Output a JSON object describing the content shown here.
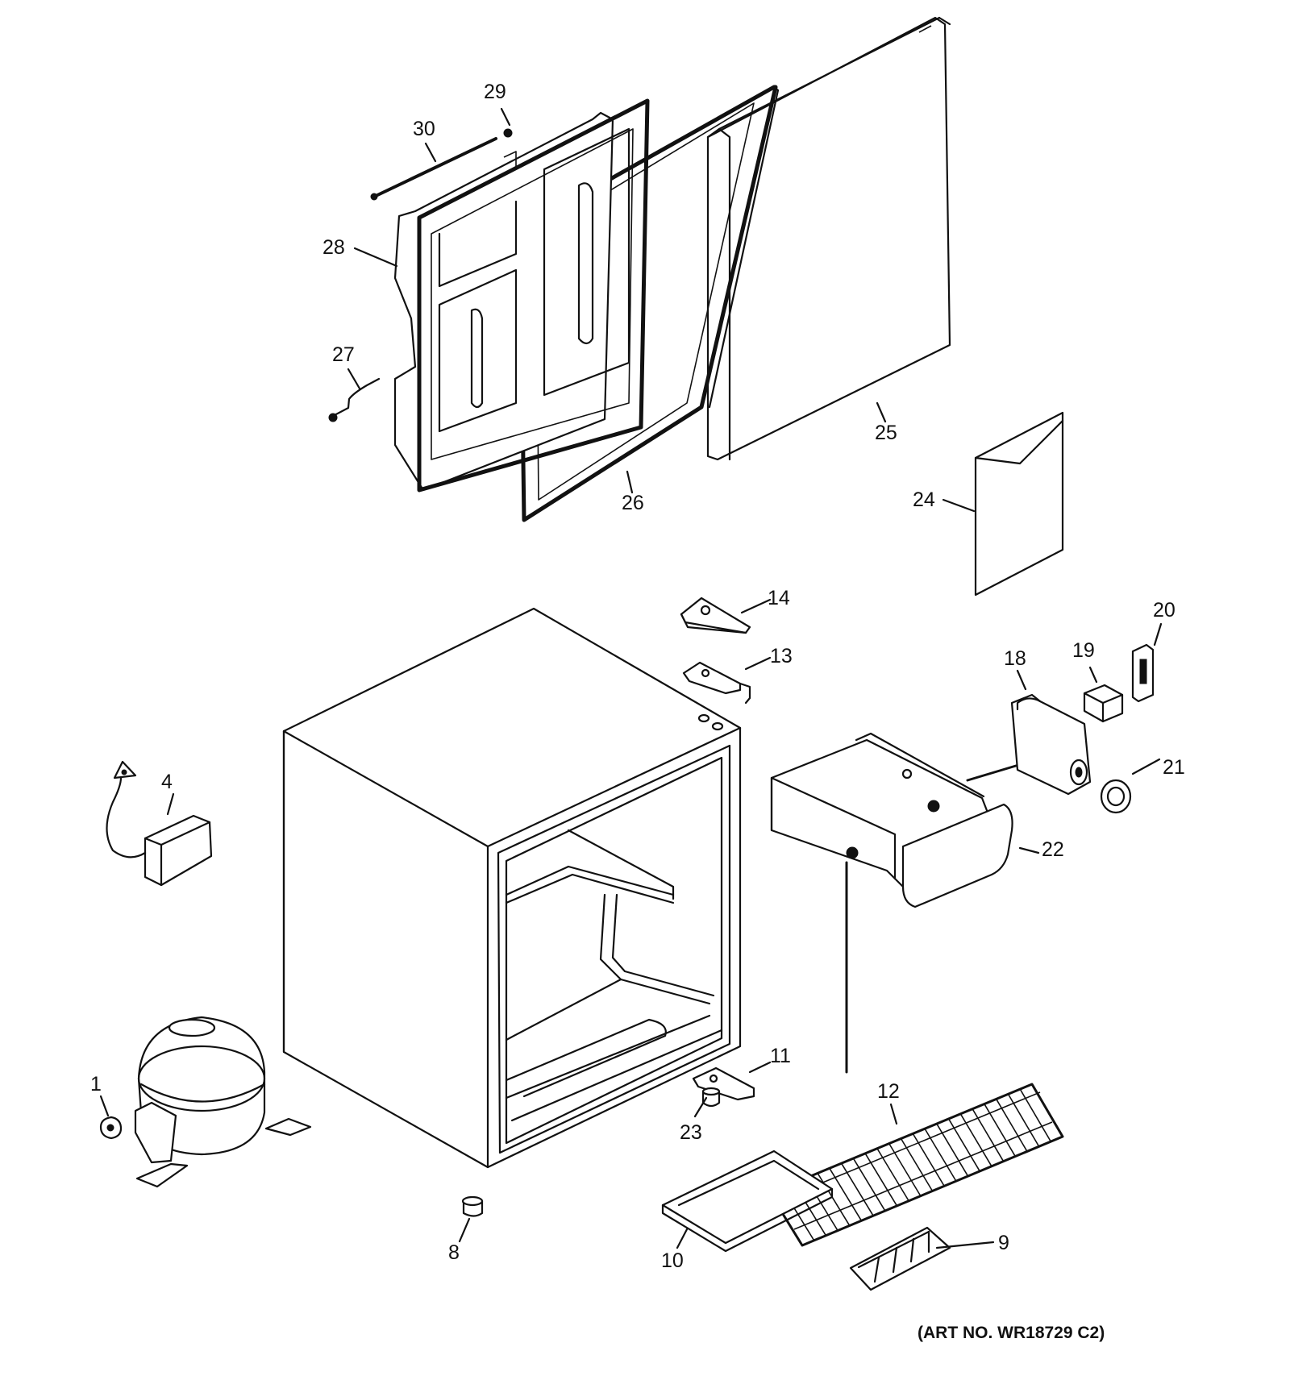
{
  "diagram": {
    "art_number": "(ART NO. WR18729 C2)",
    "callouts": [
      {
        "id": "1",
        "text": "1"
      },
      {
        "id": "4",
        "text": "4"
      },
      {
        "id": "8",
        "text": "8"
      },
      {
        "id": "9",
        "text": "9"
      },
      {
        "id": "10",
        "text": "10"
      },
      {
        "id": "11",
        "text": "11"
      },
      {
        "id": "12",
        "text": "12"
      },
      {
        "id": "13",
        "text": "13"
      },
      {
        "id": "14",
        "text": "14"
      },
      {
        "id": "18",
        "text": "18"
      },
      {
        "id": "19",
        "text": "19"
      },
      {
        "id": "20",
        "text": "20"
      },
      {
        "id": "21",
        "text": "21"
      },
      {
        "id": "22",
        "text": "22"
      },
      {
        "id": "23",
        "text": "23"
      },
      {
        "id": "24",
        "text": "24"
      },
      {
        "id": "25",
        "text": "25"
      },
      {
        "id": "26",
        "text": "26"
      },
      {
        "id": "27",
        "text": "27"
      },
      {
        "id": "28",
        "text": "28"
      },
      {
        "id": "29",
        "text": "29"
      },
      {
        "id": "30",
        "text": "30"
      }
    ]
  }
}
